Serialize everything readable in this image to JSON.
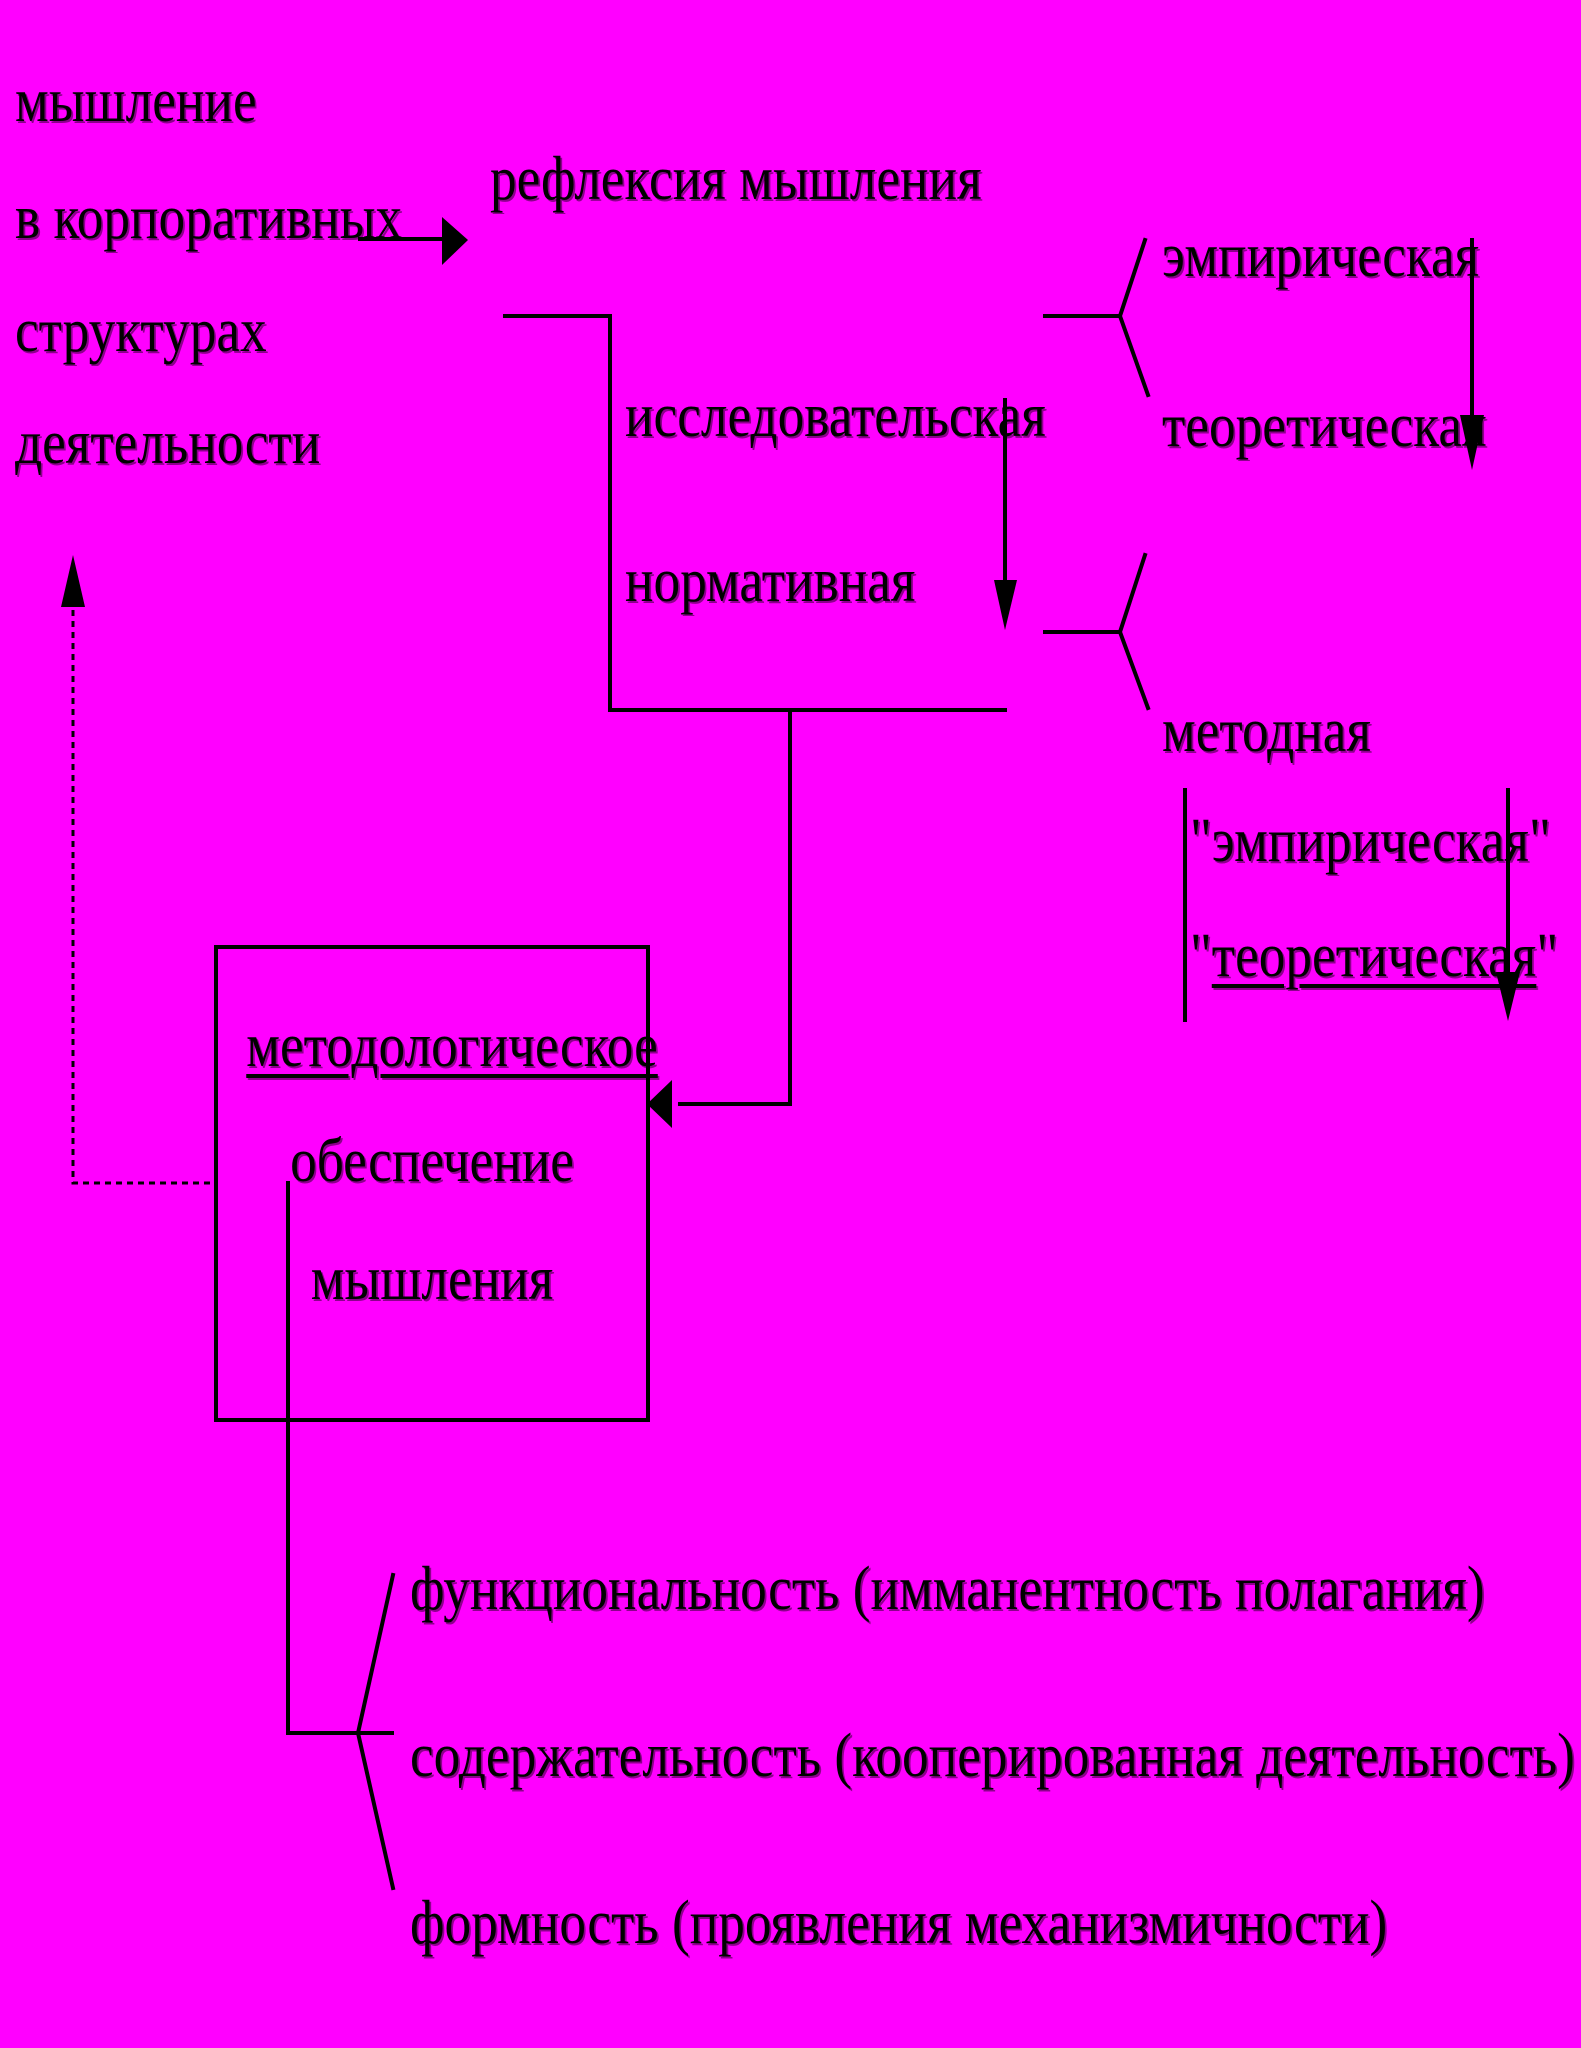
{
  "colors": {
    "background": "#FF00FF",
    "ink": "#000000"
  },
  "source_block": {
    "lines": [
      "мышление",
      "в корпоративных",
      "структурах",
      "деятельности"
    ]
  },
  "reflection": {
    "title": "рефлексия мышления",
    "research": "исследовательская",
    "normative": "нормативная"
  },
  "research_branch": {
    "empirical": "эмпирическая",
    "theoretical": "теоретическая"
  },
  "method_branch": {
    "methodical": "методная",
    "empirical_q": "\"эмпирическая\"",
    "theoretical_q_open": "\"",
    "theoretical_q_word": "теоретическая",
    "theoretical_q_close": "\""
  },
  "methodology_box": {
    "line1": "методологическое",
    "line2": "обеспечение",
    "line3": "мышления"
  },
  "properties": [
    "функциональность (имманентность полагания)",
    "содержательность (кооперированная деятельность)",
    "формность (проявления механизмичности)"
  ]
}
